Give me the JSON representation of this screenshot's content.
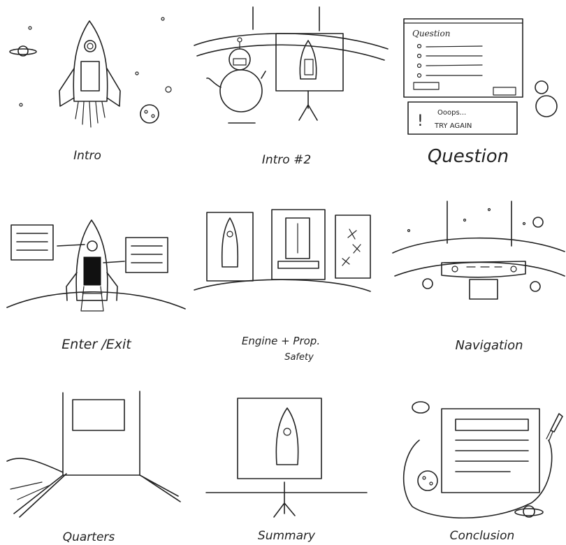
{
  "storyboard": {
    "panels": [
      {
        "id": "intro",
        "caption": "Intro"
      },
      {
        "id": "intro2",
        "caption": "Intro #2"
      },
      {
        "id": "question",
        "caption": "Question",
        "dialog_title": "Question",
        "feedback_line1": "Ooops...",
        "feedback_line2": "TRY AGAIN"
      },
      {
        "id": "enter-exit",
        "caption": "Enter /Exit"
      },
      {
        "id": "engine-prop",
        "caption_line1": "Engine + Prop.",
        "caption_line2": "Safety"
      },
      {
        "id": "navigation",
        "caption": "Navigation"
      },
      {
        "id": "quarters",
        "caption": "Quarters"
      },
      {
        "id": "summary",
        "caption": "Summary"
      },
      {
        "id": "conclusion",
        "caption": "Conclusion"
      }
    ]
  }
}
